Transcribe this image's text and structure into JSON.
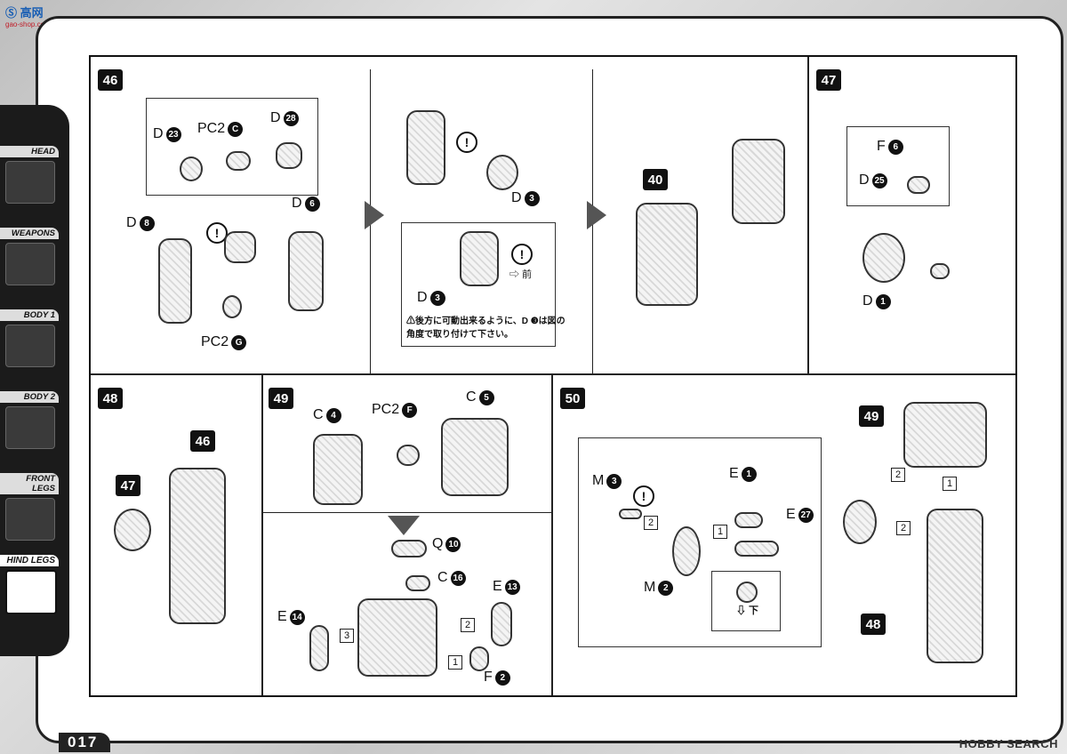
{
  "watermark": {
    "site_top": "Ⓢ 高网",
    "site_url": "gao-shop.com",
    "hobby": "HOBBY SEARCH"
  },
  "page": {
    "number": "017"
  },
  "nav": [
    "HEAD",
    "WEAPONS",
    "BODY 1",
    "BODY 2",
    "FRONT LEGS",
    "HIND LEGS"
  ],
  "steps": {
    "s46": {
      "badge": "46",
      "l1": {
        "t": "D",
        "n": "23"
      },
      "l2": {
        "t": "PC2",
        "n": "C"
      },
      "l3": {
        "t": "D",
        "n": "28"
      },
      "l4": {
        "t": "D",
        "n": "8"
      },
      "l5": {
        "t": "D",
        "n": "6"
      },
      "l6": {
        "t": "PC2",
        "n": "G"
      }
    },
    "s46b": {
      "l1": {
        "t": "D",
        "n": "3"
      },
      "l2": {
        "t": "D",
        "n": "3"
      },
      "dir": "⇨ 前",
      "note1": "⚠後方に可動出来るように、D ❸は図の",
      "note2": "角度で取り付けて下さい。"
    },
    "s46c": {
      "badge": "40"
    },
    "s47": {
      "badge": "47",
      "l1": {
        "t": "F",
        "n": "6"
      },
      "l2": {
        "t": "D",
        "n": "25"
      },
      "l3": {
        "t": "D",
        "n": "1"
      }
    },
    "s48": {
      "badge": "48",
      "b1": "46",
      "b2": "47"
    },
    "s49": {
      "badge": "49",
      "l1": {
        "t": "C",
        "n": "4"
      },
      "l2": {
        "t": "PC2",
        "n": "F"
      },
      "l3": {
        "t": "C",
        "n": "5"
      }
    },
    "s49b": {
      "l1": {
        "t": "Q",
        "n": "10"
      },
      "l2": {
        "t": "C",
        "n": "16"
      },
      "l3": {
        "t": "E",
        "n": "13"
      },
      "l4": {
        "t": "E",
        "n": "14"
      },
      "l5": {
        "t": "F",
        "n": "2"
      },
      "o1": "1",
      "o2": "2",
      "o3": "3"
    },
    "s50": {
      "badge": "50",
      "l1": {
        "t": "M",
        "n": "3"
      },
      "l2": {
        "t": "E",
        "n": "1"
      },
      "l3": {
        "t": "E",
        "n": "27"
      },
      "l4": {
        "t": "M",
        "n": "2"
      },
      "dir": "⇩ 下",
      "o1": "1",
      "o2": "2",
      "b49": "49",
      "b48": "48",
      "o1b": "1",
      "o2b": "2",
      "o2c": "2"
    }
  }
}
